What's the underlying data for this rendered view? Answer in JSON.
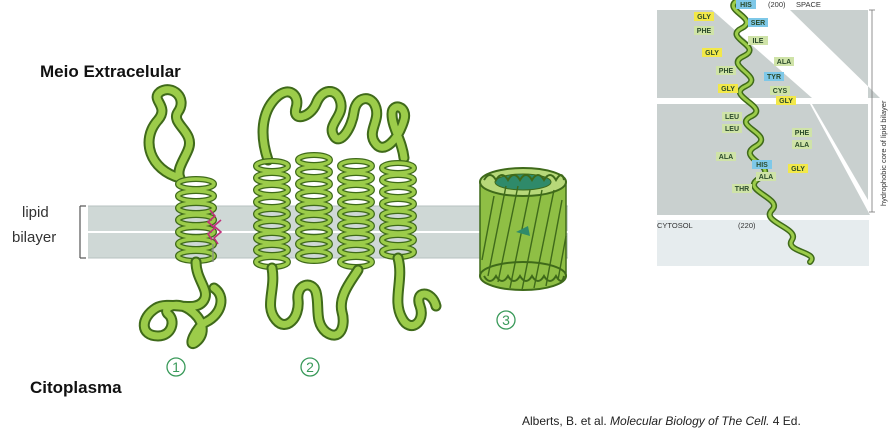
{
  "labels": {
    "extracellular": "Meio Extracelular",
    "cytoplasm": "Citoplasma",
    "lipid_line1": "lipid",
    "lipid_line2": "bilayer"
  },
  "numbers": [
    "1",
    "2",
    "3"
  ],
  "citation": {
    "authors": "Alberts, B. et al.",
    "title": "Molecular Biology of The Cell.",
    "edition": "4 Ed."
  },
  "inset": {
    "top_label_num": "(200)",
    "space": "SPACE",
    "cytosol": "CYTOSOL",
    "bottom_label_num": "(220)",
    "side_label": "hydrophobic core of lipid bilayer",
    "residues": [
      {
        "name": "HIS",
        "color": "#7ec8e8"
      },
      {
        "name": "GLY",
        "color": "#f2e84a"
      },
      {
        "name": "SER",
        "color": "#7ec8e8"
      },
      {
        "name": "PHE",
        "color": "#cfe3a8"
      },
      {
        "name": "ILE",
        "color": "#cfe3a8"
      },
      {
        "name": "GLY",
        "color": "#f2e84a"
      },
      {
        "name": "ALA",
        "color": "#cfe3a8"
      },
      {
        "name": "PHE",
        "color": "#cfe3a8"
      },
      {
        "name": "TYR",
        "color": "#7ec8e8"
      },
      {
        "name": "GLY",
        "color": "#f2e84a"
      },
      {
        "name": "CYS",
        "color": "#cfe3a8"
      },
      {
        "name": "GLY",
        "color": "#f2e84a"
      },
      {
        "name": "LEU",
        "color": "#cfe3a8"
      },
      {
        "name": "LEU",
        "color": "#cfe3a8"
      },
      {
        "name": "PHE",
        "color": "#cfe3a8"
      },
      {
        "name": "ALA",
        "color": "#cfe3a8"
      },
      {
        "name": "ALA",
        "color": "#cfe3a8"
      },
      {
        "name": "GLY",
        "color": "#f2e84a"
      },
      {
        "name": "HIS",
        "color": "#7ec8e8"
      },
      {
        "name": "ALA",
        "color": "#cfe3a8"
      },
      {
        "name": "THR",
        "color": "#cfe3a8"
      }
    ]
  },
  "colors": {
    "protein_green": "#9ccc4a",
    "protein_outline": "#3f6a1a",
    "membrane_gray": "#cfd8d6",
    "number_green": "#3a9a5a",
    "lipid_anchor": "#c0307a"
  }
}
